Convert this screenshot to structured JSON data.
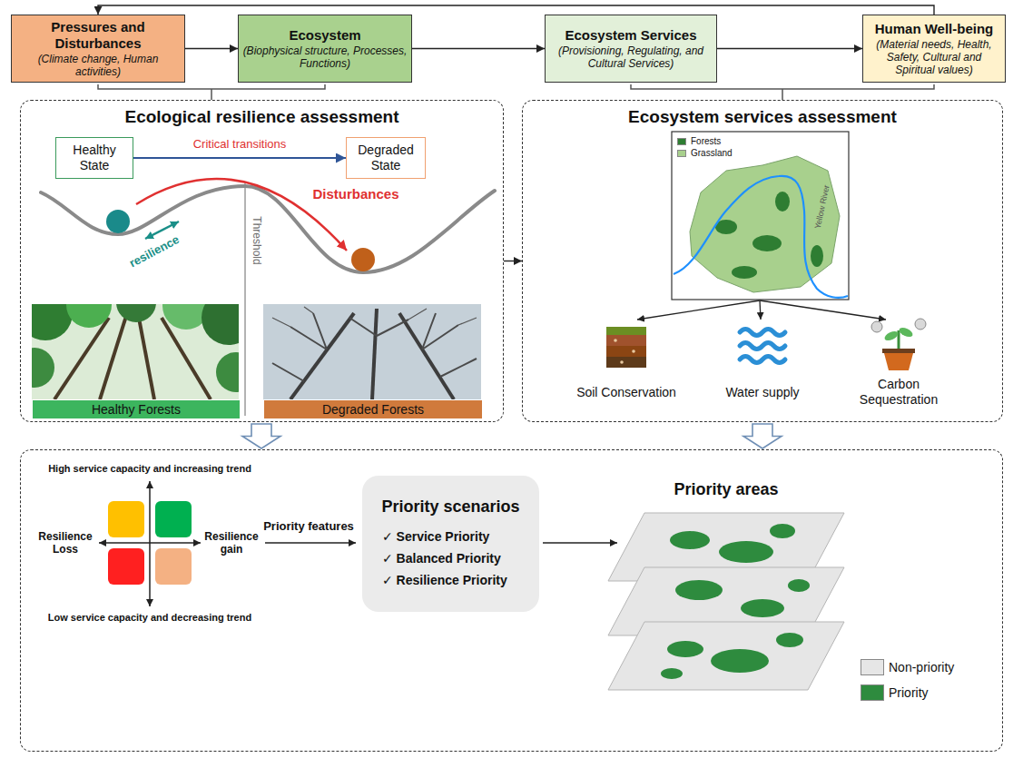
{
  "diagram": {
    "nodes": [
      {
        "text": [
          "Pressures and Disturbances",
          "(Climate change, Human activities)"
        ]
      },
      {
        "text": [
          "Ecosystem",
          "(Biophysical structure, Processes, Functions)"
        ]
      },
      {
        "text": [
          "Ecosystem Services",
          "(Provisioning, Regulating, and Cultural Services)"
        ]
      },
      {
        "text": [
          "Human Well-being",
          "(Material needs, Health, Safety, Cultural and Spiritual values)"
        ]
      },
      {
        "text": [
          "Ecological resilience assessment"
        ]
      },
      {
        "text": [
          "Healthy State"
        ],
        "in": 4
      },
      {
        "text": [
          "Degraded State"
        ],
        "in": 4
      },
      {
        "text": [
          "Healthy Forests"
        ],
        "in": 4
      },
      {
        "text": [
          "Degraded Forests"
        ],
        "in": 4
      },
      {
        "text": [
          "Ecosystem services assessment"
        ]
      },
      {
        "text": []
      },
      {
        "text": [
          "Priority scenarios",
          "✓ Service Priority",
          "✓ Balanced Priority",
          "✓ Resilience Priority"
        ],
        "in": 10
      }
    ],
    "edges": [
      {
        "from": 0,
        "to": 1,
        "arrow": "to"
      },
      {
        "from": 1,
        "to": 2,
        "arrow": "to"
      },
      {
        "from": 2,
        "to": 3,
        "arrow": "to"
      },
      {
        "from": 3,
        "to": 0,
        "arrow": "to"
      },
      {
        "from": 5,
        "to": 6,
        "label": "Critical transitions",
        "arrow": "to"
      },
      {
        "from": 4,
        "to": 9,
        "arrow": "to"
      },
      {
        "from": 4,
        "to": 10,
        "arrow": "to"
      },
      {
        "from": 9,
        "to": 10,
        "arrow": "to"
      }
    ],
    "labels": [
      "Disturbances",
      "resilience",
      "Threshold",
      "Yellow River",
      "Soil Conservation",
      "Water supply",
      "Carbon Sequestration",
      "High service capacity and increasing trend",
      "Resilience Loss",
      "Resilience gain",
      "Low service capacity and decreasing trend",
      "Priority features",
      "Priority areas"
    ],
    "legend": [
      {
        "text": "Forests",
        "color": "#2e7d32"
      },
      {
        "text": "Grassland",
        "color": "#a8d08d"
      },
      {
        "text": "Non-priority",
        "color": "#e6e6e6"
      },
      {
        "text": "Priority",
        "color": "#2e8b3e"
      }
    ]
  }
}
